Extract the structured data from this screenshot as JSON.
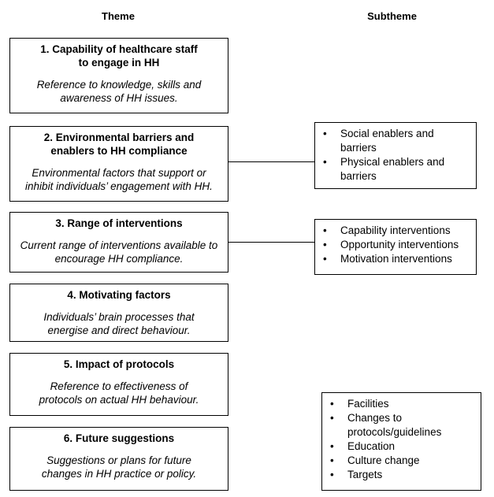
{
  "headers": {
    "theme": "Theme",
    "subtheme": "Subtheme"
  },
  "themes": [
    {
      "title": "1. Capability of healthcare staff to engage in HH",
      "desc": "Reference to knowledge, skills and awareness of HH issues."
    },
    {
      "title": "2. Environmental barriers and enablers to HH compliance",
      "desc": "Environmental factors that support or inhibit individuals’ engagement with HH."
    },
    {
      "title": "3. Range of interventions",
      "desc": "Current range of interventions available to encourage HH compliance."
    },
    {
      "title": "4. Motivating factors",
      "desc": "Individuals’ brain processes that energise and direct behaviour."
    },
    {
      "title": "5. Impact of protocols",
      "desc": "Reference to effectiveness of protocols on actual HH behaviour."
    },
    {
      "title": "6. Future suggestions",
      "desc": "Suggestions or plans for future changes in HH practice or policy."
    }
  ],
  "subthemes": {
    "environmental": [
      "Social enablers and barriers",
      "Physical enablers and barriers"
    ],
    "interventions": [
      "Capability interventions",
      "Opportunity interventions",
      "Motivation interventions"
    ],
    "future": [
      "Facilities",
      "Changes to protocols/guidelines",
      "Education",
      "Culture change",
      "Targets"
    ]
  }
}
